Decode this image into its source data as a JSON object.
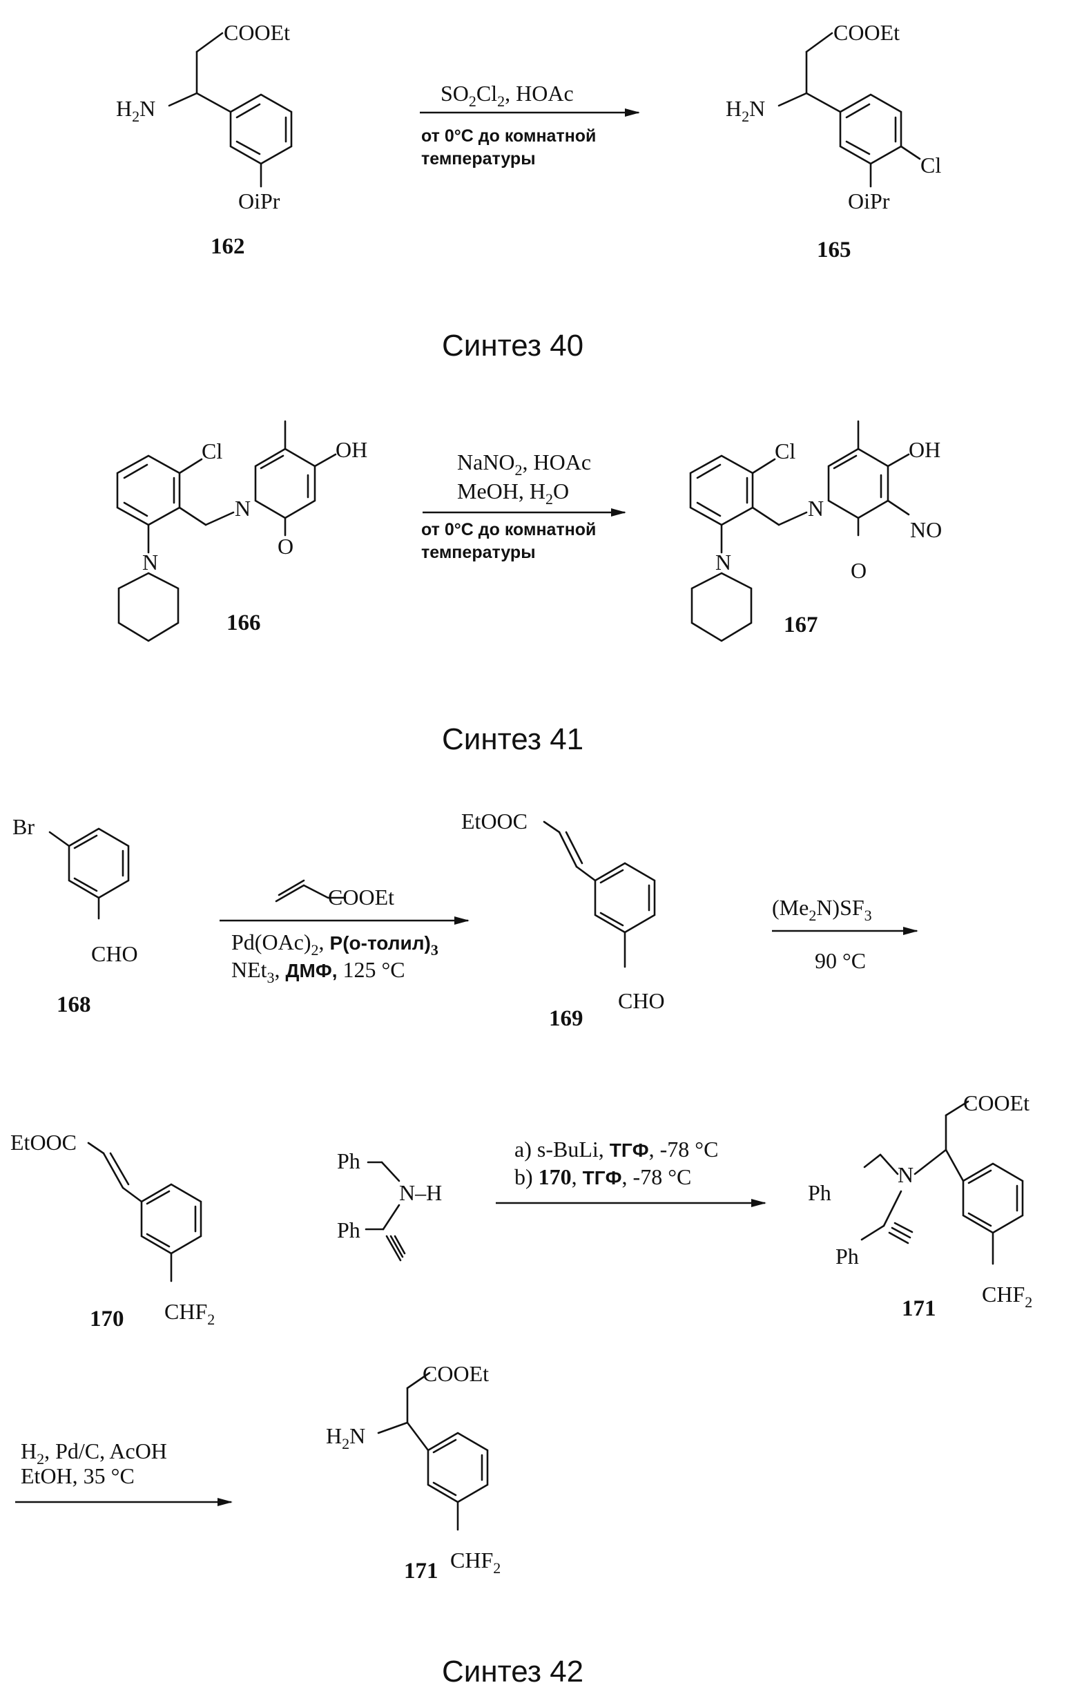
{
  "sections": [
    {
      "caption": "Синтез 40",
      "compounds": [
        {
          "number": "162",
          "ester": "COOEt",
          "amine": "H2N",
          "substituent": "OiPr"
        },
        {
          "number": "165",
          "ester": "COOEt",
          "amine": "H2N",
          "substituent": "OiPr",
          "substituent2": "Cl"
        }
      ],
      "conditions": [
        "SO2Cl2, HOAc",
        "от 0°C до комнатной",
        "температуры"
      ]
    },
    {
      "caption": "Синтез 41",
      "compounds": [
        {
          "number": "166",
          "halogen": "Cl",
          "hydroxy": "OH",
          "piperidine": "N",
          "pyridone_n": "N",
          "oxo": "O"
        },
        {
          "number": "167",
          "halogen": "Cl",
          "hydroxy": "OH",
          "piperidine": "N",
          "pyridone_n": "N",
          "oxo": "O",
          "nitroso": "NO"
        }
      ],
      "conditions": [
        "NaNO2, HOAc",
        "MeOH, H2O",
        "от 0°C до комнатной",
        "температуры"
      ]
    },
    {
      "caption": "Синтез 42",
      "compounds": [
        {
          "number": "168",
          "halogen": "Br",
          "aldehyde": "CHO"
        },
        {
          "number": "169",
          "ester": "EtOOC",
          "aldehyde": "CHO"
        },
        {
          "number": "170",
          "ester": "EtOOC",
          "substituent": "CHF2"
        },
        {
          "reagent": "amine",
          "ph1": "Ph",
          "ph2": "Ph",
          "amine": "N–H"
        },
        {
          "number": "171",
          "ester": "COOEt",
          "ph1": "Ph",
          "ph2": "Ph",
          "amine": "N",
          "substituent": "CHF2"
        },
        {
          "number": "171",
          "ester": "COOEt",
          "amine": "H2N",
          "substituent": "CHF2"
        }
      ],
      "step1": {
        "reagent_above": "COOEt",
        "line1": "Pd(OAc)2, P(o-толил)3",
        "line2": "NEt3, ДМФ, 125 °C"
      },
      "step2": {
        "above": "(Me2N)SF3",
        "below": "90 °C"
      },
      "step3": {
        "line1": "a) s-BuLi, ТГФ,  -78 °C",
        "line2": "b) 170, ТГФ,  -78 °C"
      },
      "step4": {
        "line1": "H2, Pd/C, AcOH",
        "line2": "EtOH, 35 °C"
      }
    }
  ]
}
